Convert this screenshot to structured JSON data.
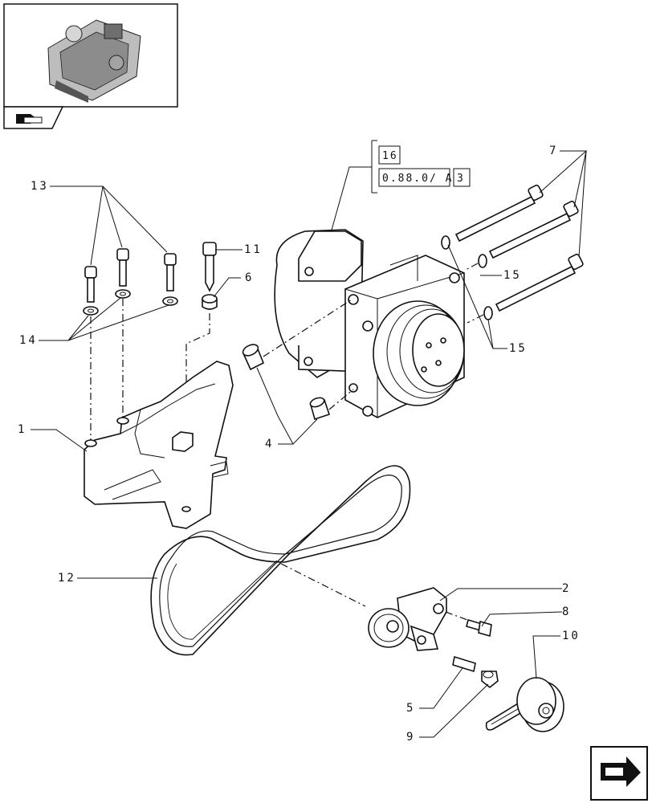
{
  "references": {
    "group_number": "16",
    "section_code": "0.88.0/ A",
    "page_number": "3"
  },
  "callouts": [
    {
      "id": "c1",
      "text": "1"
    },
    {
      "id": "c2",
      "text": "2"
    },
    {
      "id": "c4",
      "text": "4"
    },
    {
      "id": "c5",
      "text": "5"
    },
    {
      "id": "c6",
      "text": "6"
    },
    {
      "id": "c7",
      "text": "7"
    },
    {
      "id": "c8",
      "text": "8"
    },
    {
      "id": "c9",
      "text": "9"
    },
    {
      "id": "c10",
      "text": "10"
    },
    {
      "id": "c11",
      "text": "11"
    },
    {
      "id": "c12",
      "text": "12"
    },
    {
      "id": "c13",
      "text": "13"
    },
    {
      "id": "c14",
      "text": "14"
    },
    {
      "id": "c15a",
      "text": "15"
    },
    {
      "id": "c15b",
      "text": "15"
    }
  ],
  "icons": {
    "top_left_nav": "hand-pointing-book-icon",
    "bottom_right_nav": "hand-pointing-next-icon",
    "thumbnail": "engine-thumbnail-image"
  }
}
